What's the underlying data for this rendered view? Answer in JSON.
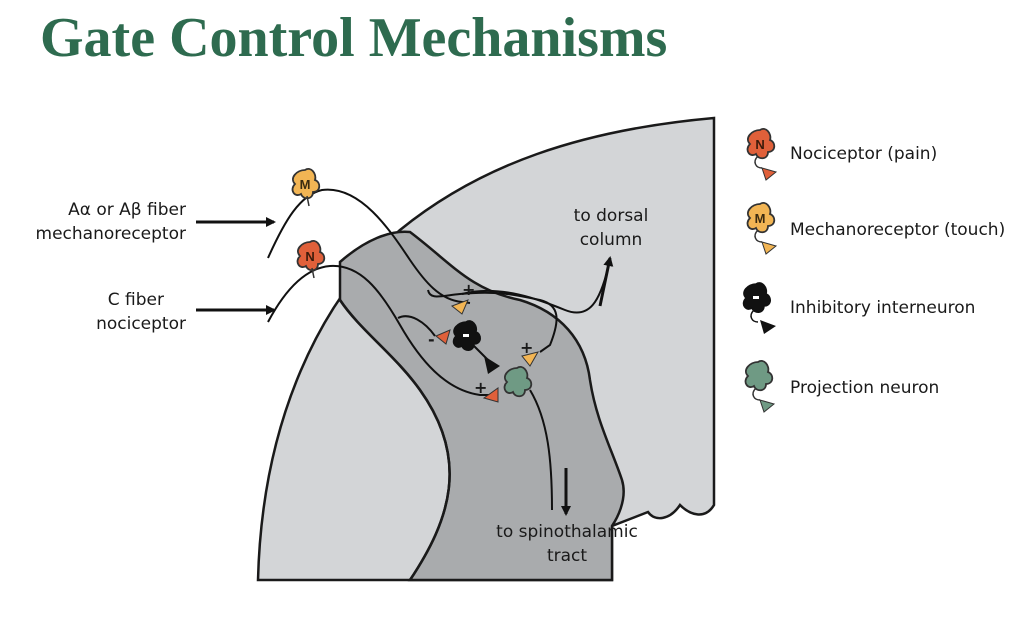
{
  "title": "Gate Control Mechanisms",
  "inputs": {
    "a_fiber_line1": "Aα or Aβ fiber",
    "a_fiber_line2": "mechanoreceptor",
    "c_fiber_line1": "C fiber",
    "c_fiber_line2": "nociceptor"
  },
  "outputs": {
    "dorsal_line1": "to dorsal",
    "dorsal_line2": "column",
    "spinothalamic_line1": "to spinothalamic",
    "spinothalamic_line2": "tract"
  },
  "signs": {
    "plus": "+",
    "minus": "-"
  },
  "cell_letters": {
    "nociceptor": "N",
    "mechanoreceptor": "M"
  },
  "legend": [
    {
      "label": "Nociceptor (pain)",
      "icon": "nociceptor-icon",
      "color": "#e0603a"
    },
    {
      "label": "Mechanoreceptor (touch)",
      "icon": "mechanoreceptor-icon",
      "color": "#f2b554"
    },
    {
      "label": "Inhibitory interneuron",
      "icon": "interneuron-icon",
      "color": "#111111"
    },
    {
      "label": "Projection neuron",
      "icon": "projection-neuron-icon",
      "color": "#6f9a84"
    }
  ],
  "colors": {
    "title": "#2e6b4f",
    "outer_cord": "#d3d5d7",
    "dorsal_horn": "#a9abad",
    "nociceptor": "#e0603a",
    "mechanoreceptor": "#f2b554",
    "inhibitory": "#111111",
    "projection": "#6f9a84"
  }
}
